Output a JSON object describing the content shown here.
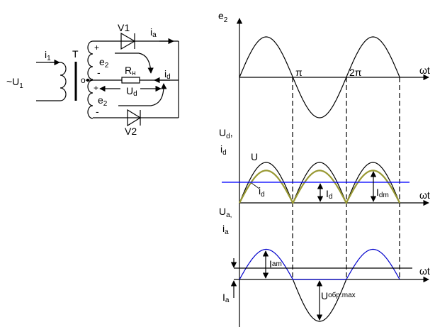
{
  "circuit": {
    "source_label": "~U",
    "source_sub": "1",
    "primary_current": "i",
    "primary_current_sub": "1",
    "transformer_label": "T",
    "emf_top": "e",
    "emf_top_sub": "2",
    "emf_bottom": "e",
    "emf_bottom_sub": "2",
    "diode_top": "V1",
    "diode_bottom": "V2",
    "anode_current": "i",
    "anode_current_sub": "a",
    "load_label": "R",
    "load_sub": "н",
    "load_current": "i",
    "load_current_sub": "d",
    "load_voltage": "U",
    "load_voltage_sub": "d",
    "center_tap": "o",
    "plus": "+",
    "minus": "-"
  },
  "colors": {
    "line": "#000000",
    "current_curve": "#999933",
    "average_line": "#0000ff",
    "anode_current_curve": "#0000cc"
  },
  "chart_data": [
    {
      "type": "line",
      "title": "",
      "ylabel": "e",
      "ylabel_sub": "2",
      "xlabel": "ωt",
      "x_ticks": [
        {
          "value": 1,
          "label": "π"
        },
        {
          "value": 2,
          "label": "2π"
        }
      ],
      "x_range_pi": [
        0,
        3
      ],
      "series": [
        {
          "name": "e2",
          "function": "sin",
          "amplitude": 1.0,
          "color": "#000000"
        }
      ]
    },
    {
      "type": "line",
      "ylabel": "U",
      "ylabel_sub": "d",
      "ylabel2": "i",
      "ylabel2_sub": "d",
      "xlabel": "ωt",
      "x_range_pi": [
        0,
        3
      ],
      "series": [
        {
          "name": "U",
          "label": "U",
          "function": "abs_sin",
          "amplitude": 1.0,
          "color": "#000000"
        },
        {
          "name": "i_d",
          "label": "i",
          "label_sub": "d",
          "function": "abs_sin",
          "amplitude": 0.8,
          "color": "#999933"
        },
        {
          "name": "I_d",
          "label": "I",
          "label_sub": "d",
          "function": "const",
          "value": 0.51,
          "color": "#0000ff"
        }
      ],
      "annotations": [
        {
          "label": "I",
          "sub": "d",
          "meaning": "average load current"
        },
        {
          "label": "I",
          "sub": "dm",
          "meaning": "peak load current"
        }
      ]
    },
    {
      "type": "line",
      "ylabel": "U",
      "ylabel_sub": "a,",
      "ylabel2": "i",
      "ylabel2_sub": "a",
      "xlabel": "ωt",
      "x_range_pi": [
        0,
        3
      ],
      "series": [
        {
          "name": "i_a",
          "function": "half_wave_pos",
          "amplitude": 0.72,
          "color": "#0000cc",
          "note": "positive half-waves in periods 0-π and 2π-3π, zero during π-2π"
        },
        {
          "name": "U_a",
          "function": "half_wave_neg",
          "amplitude": 1.0,
          "color": "#000000",
          "note": "reverse voltage during π-2π"
        },
        {
          "name": "I_a",
          "function": "const",
          "value": 0.27,
          "color": "#000000"
        }
      ],
      "annotations": [
        {
          "label": "I",
          "sub": "am",
          "meaning": "peak anode current"
        },
        {
          "label": "I",
          "sub": "a",
          "meaning": "average anode current"
        },
        {
          "label": "U",
          "sub": "обр.max",
          "meaning": "max reverse voltage"
        }
      ]
    }
  ]
}
